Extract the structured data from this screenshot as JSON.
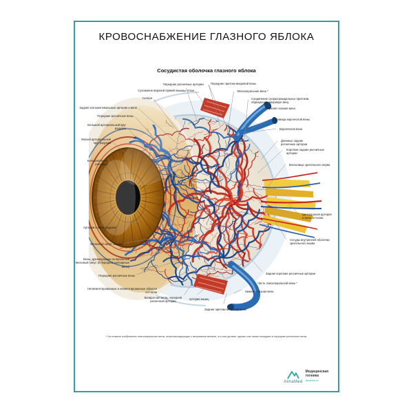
{
  "poster": {
    "title": "КРОВОСНАБЖЕНИЕ ГЛАЗНОГО ЯБЛОКА",
    "subtitle": "Сосудистая оболочка глазного яблока",
    "footnote": "* На плакате изображены эписклеральные вены, анастомозирующие с вихревыми венами, что они делают, однако они также попадают в передние ресничные вены."
  },
  "labels": [
    {
      "text": "Передние ресничные артерии"
    },
    {
      "text": "Сухожилие верхней прямой мышцы глаза"
    },
    {
      "text": "Склера"
    },
    {
      "text": "Задние конъюнктивальные артерия и вена"
    },
    {
      "text": "Передние ресничные вены"
    },
    {
      "text": "Большой артериальный круг радужки"
    },
    {
      "text": "Малый артериальный круг радужки"
    },
    {
      "text": "Конъюнктива и роговица"
    },
    {
      "text": "Артерии и вены радужки"
    },
    {
      "text": "Венозный синус склеры"
    },
    {
      "text": "Вены, дренирующие склеральный венозный синус (в передние цилиарные вены)"
    },
    {
      "text": "Передние ресничные вены"
    },
    {
      "text": "Непигментированные и пигментированные области сетчатки"
    },
    {
      "text": "Возвратная ветвь передней ресничной артерии"
    },
    {
      "text": "Артерии мышц"
    },
    {
      "text": "Задние притоки вихревой вены"
    },
    {
      "text": "Передние притоки вихревой вены"
    },
    {
      "text": "Эписклеральная вена *"
    },
    {
      "text": "Соединение супрахороидальных притоков, образующие вихревую вену"
    },
    {
      "text": "Верхняя глазная вена"
    },
    {
      "text": "Луковица ворончатой вены"
    },
    {
      "text": "Ворончатая вена"
    },
    {
      "text": "Длинные задние ресничные артерии"
    },
    {
      "text": "Короткие задние ресничные артерии"
    },
    {
      "text": "Влагалище зрительного нерва"
    },
    {
      "text": "Центральная артерия и вена сетчатки"
    },
    {
      "text": "Сосуды внутренней оболочки зрительного нерва"
    },
    {
      "text": "Задние короткие ресничные артерии"
    },
    {
      "text": "Часть эписклеральной вены *"
    },
    {
      "text": "Нижняя глазная вена"
    }
  ],
  "logo": {
    "brand": "AlmaMed",
    "tagline_line1": "Медицинская",
    "tagline_line2": "техника",
    "site": "almamed.su"
  },
  "colors": {
    "frame_teal": "#2f9fa6",
    "artery_red": "#c22d20",
    "vein_blue": "#1d4f9c",
    "iris_gold": "#c8861e",
    "nerve_yellow": "#f2cc3d",
    "logo_teal": "#2aa7a0"
  }
}
